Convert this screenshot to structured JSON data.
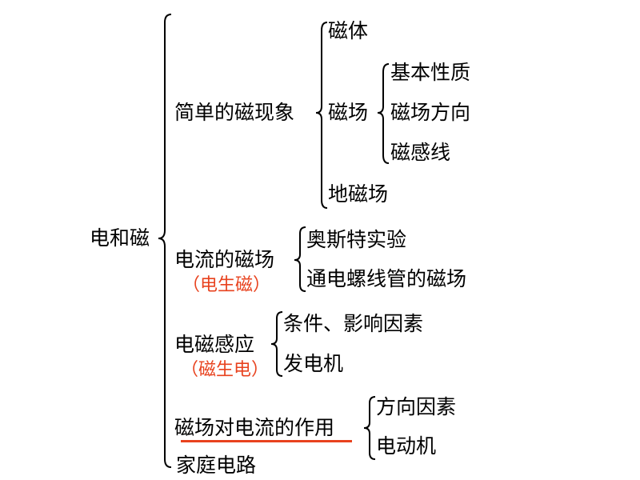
{
  "colors": {
    "text": "#000000",
    "accent": "#e8421e"
  },
  "root": "电和磁",
  "branches": [
    {
      "label": "简单的磁现象",
      "children": [
        {
          "label": "磁体"
        },
        {
          "label": "磁场",
          "children": [
            "基本性质",
            "磁场方向",
            "磁感线"
          ]
        },
        {
          "label": "地磁场"
        }
      ]
    },
    {
      "label": "电流的磁场",
      "note": "（电生磁）",
      "children": [
        "奥斯特实验",
        "通电螺线管的磁场"
      ]
    },
    {
      "label": "电磁感应",
      "note": "（磁生电）",
      "children": [
        "条件、影响因素",
        "发电机"
      ]
    },
    {
      "label": "磁场对电流的作用",
      "underlined": true,
      "children": [
        "方向因素",
        "电动机"
      ]
    },
    {
      "label": "家庭电路"
    }
  ]
}
